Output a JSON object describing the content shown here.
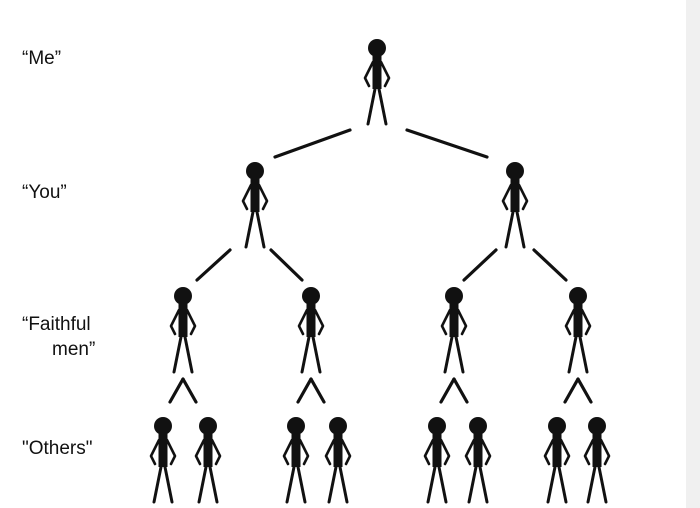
{
  "levels": [
    {
      "id": "me",
      "label": "“Me”",
      "people": 1
    },
    {
      "id": "you",
      "label": "“You”",
      "people": 2
    },
    {
      "id": "faithful",
      "label_lines": [
        "“Faithful",
        "men”"
      ],
      "people": 4
    },
    {
      "id": "others",
      "label": "\"Others\"",
      "people": 8
    }
  ],
  "colors": {
    "ink": "#111111",
    "background": "#ffffff"
  }
}
